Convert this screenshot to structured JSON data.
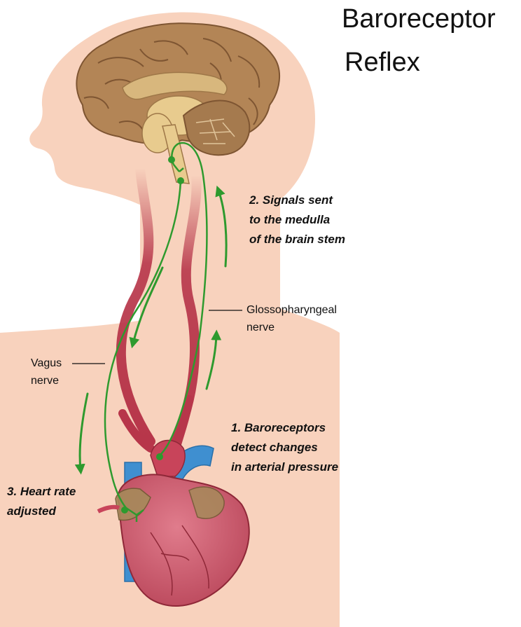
{
  "title": {
    "line1": "Baroreceptor",
    "line2": "Reflex"
  },
  "steps": [
    {
      "lines": [
        "2. Signals sent",
        "to the medulla",
        "of the brain stem"
      ]
    },
    {
      "lines": [
        "1. Baroreceptors",
        "detect changes",
        "in arterial pressure"
      ]
    },
    {
      "lines": [
        "3. Heart rate",
        "adjusted"
      ]
    }
  ],
  "labels": {
    "glossopharyngeal": [
      "Glossopharyngeal",
      "nerve"
    ],
    "vagus": [
      "Vagus",
      "nerve"
    ]
  },
  "colors": {
    "skin": "#f8d2bd",
    "brain": "#b38556",
    "artery": "#b7364a",
    "nerve": "#2e9a2e",
    "vein": "#3f8fd0",
    "heart": "#c9576a"
  }
}
